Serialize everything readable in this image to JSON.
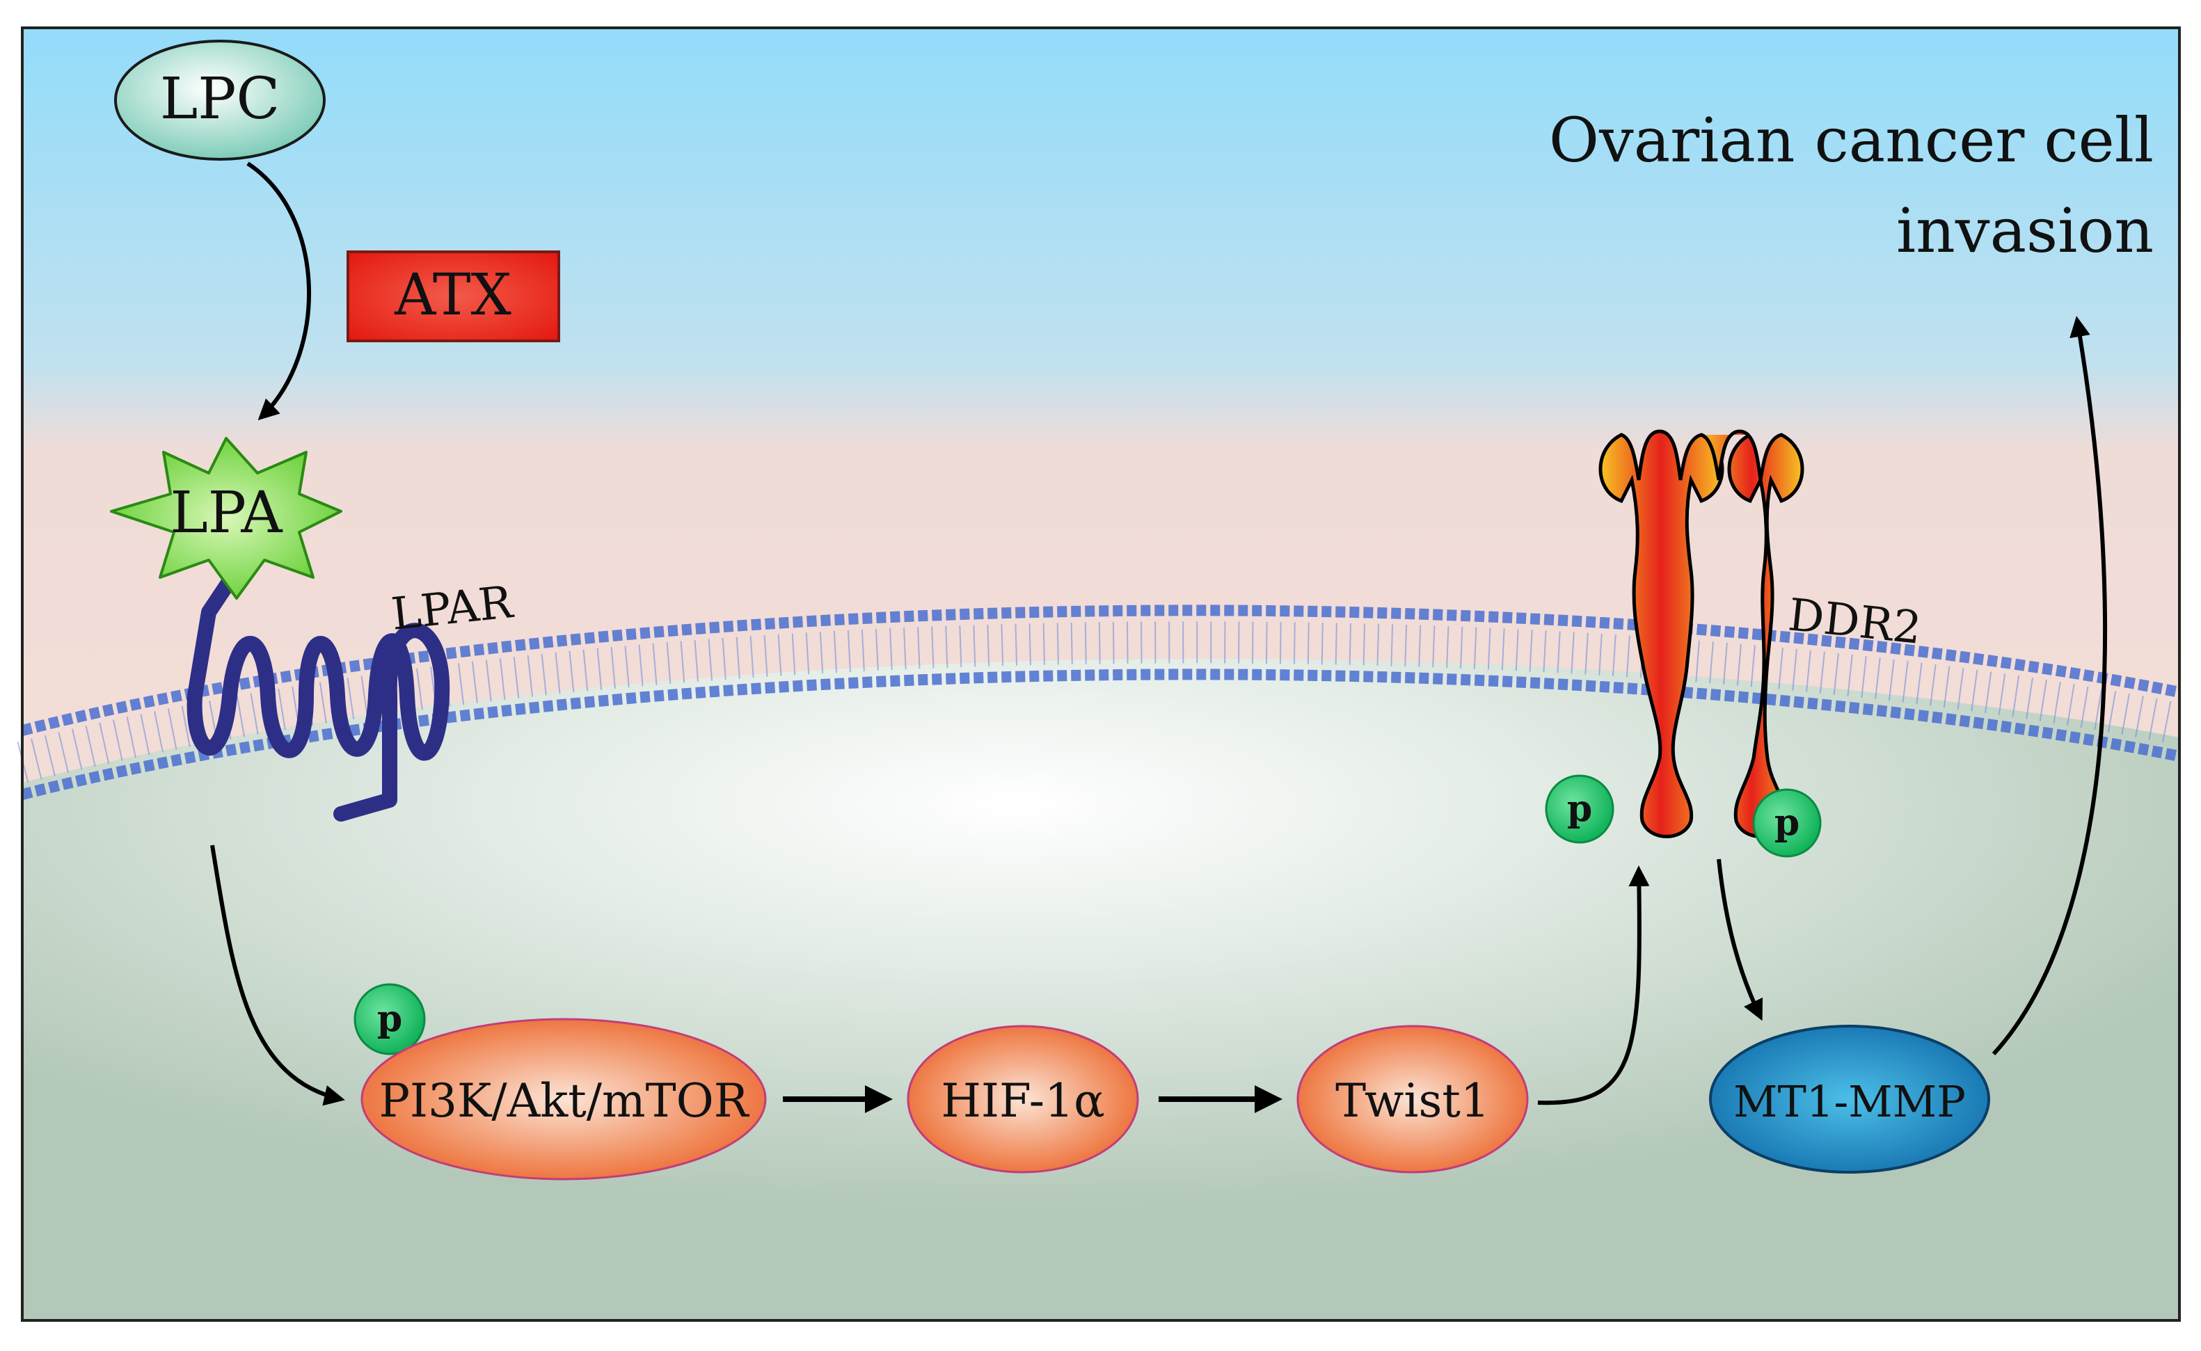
{
  "labels": {
    "lpc": "LPC",
    "atx": "ATX",
    "lpa": "LPA",
    "lpar": "LPAR",
    "ddr2": "DDR2",
    "outcome_line1": "Ovarian cancer cell",
    "outcome_line2": "invasion",
    "pi3k": "PI3K/Akt/mTOR",
    "hif": "HIF-1α",
    "twist": "Twist1",
    "mmp": "MT1-MMP",
    "phospho": "p"
  },
  "colors": {
    "background_top": "#93dcfa",
    "background_mid": "#f6dfd6",
    "cytoplasm": "#b4c9b9",
    "membrane": "#4a6fd0",
    "lpc_fill": "#8fd3c3",
    "atx_fill": "#e8261e",
    "lpa_fill": "#6ad23a",
    "lpar_stroke": "#2d2f86",
    "ddr2_outer": "#f6b51b",
    "ddr2_inner": "#e8251d",
    "orange_node": "#ee6a35",
    "mmp_node": "#1d86c2",
    "phospho_fill": "#1fc36a"
  },
  "icons": {
    "lpa": "star-burst-icon",
    "lpar": "seven-transmembrane-receptor-icon",
    "ddr2": "receptor-dimer-icon"
  }
}
